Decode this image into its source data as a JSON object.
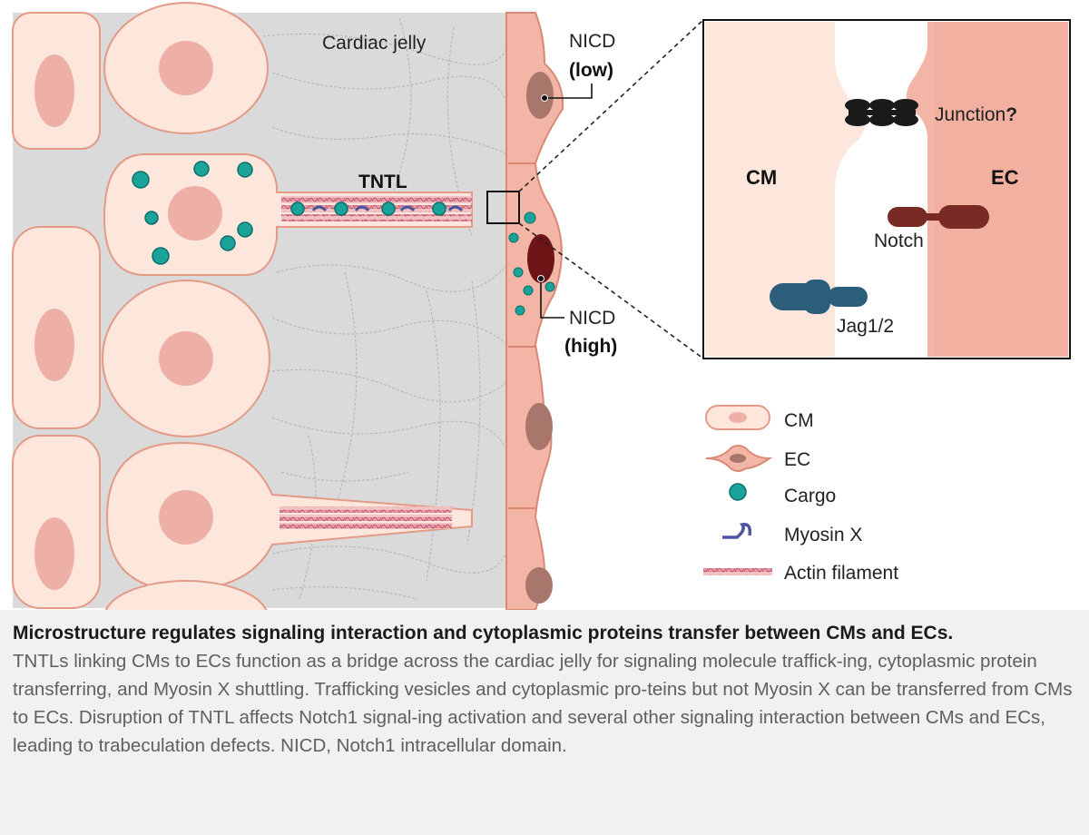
{
  "figure": {
    "labels": {
      "cardiac_jelly": "Cardiac jelly",
      "tntl": "TNTL",
      "nicd": "NICD",
      "nicd_low": "(low)",
      "nicd_high": "(high)",
      "cm": "CM",
      "ec": "EC",
      "junction": "Junction",
      "junction_q": "?",
      "notch": "Notch",
      "jag": "Jag1/2"
    },
    "legend": [
      {
        "id": "cm",
        "label": "CM"
      },
      {
        "id": "ec",
        "label": "EC"
      },
      {
        "id": "cargo",
        "label": "Cargo"
      },
      {
        "id": "myosin",
        "label": "Myosin X"
      },
      {
        "id": "actin",
        "label": "Actin filament"
      }
    ],
    "colors": {
      "cm_fill": "#fde6dc",
      "cm_stroke": "#e39a86",
      "cm_nucleus": "#e8a79b",
      "ec_fill": "#f3b6a6",
      "ec_nucleus": "#a8766a",
      "ec_nucleus_high": "#6e1416",
      "cargo": "#1aa39a",
      "myosin": "#4a56a0",
      "actin": "#c65a6a",
      "notch": "#7a2a24",
      "jag": "#2c5e7c",
      "junction": "#1a1a1a",
      "jelly_bg": "#dadada"
    }
  },
  "caption": {
    "title": "Microstructure regulates signaling interaction and cytoplasmic proteins transfer between CMs and ECs.",
    "body": "TNTLs linking CMs to ECs function as a bridge across the cardiac jelly for signaling molecule traffick-ing, cytoplasmic protein transferring, and Myosin X shuttling. Trafficking vesicles and cytoplasmic pro-teins but not Myosin X can be transferred from CMs to ECs. Disruption of TNTL affects Notch1 signal-ing activation and several other signaling interaction between CMs and ECs, leading to trabeculation defects. NICD, Notch1 intracellular domain."
  }
}
